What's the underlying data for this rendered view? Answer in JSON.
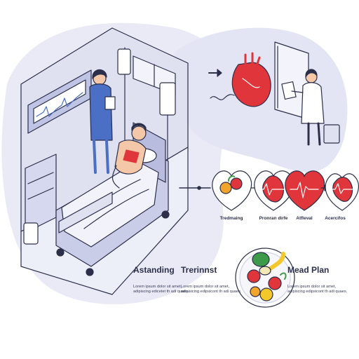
{
  "flow_labels": [
    "Tredmaing",
    "Pronran dirfe",
    "Atfleval",
    "Acercifos"
  ],
  "sections": [
    {
      "title": "Astanding",
      "body": "Lorem ipsum dolor sit amet, adipiscing edicetet th adi quaes."
    },
    {
      "title": "Trerinnst",
      "body": "Lorem ipsum dolor sit amet, adipisicing edipsicont th adi quaes."
    },
    {
      "title": "Mead Plan",
      "body": "Lorem ipsum dolor sit amet, adipiscing edipsicont th adi quaes."
    }
  ],
  "colors": {
    "line": "#2b2f4a",
    "lavender": "#dfe1f1",
    "room_wall": "#cfd2ea",
    "heart_red": "#e0353b",
    "nurse_blue": "#4a6fc4"
  }
}
